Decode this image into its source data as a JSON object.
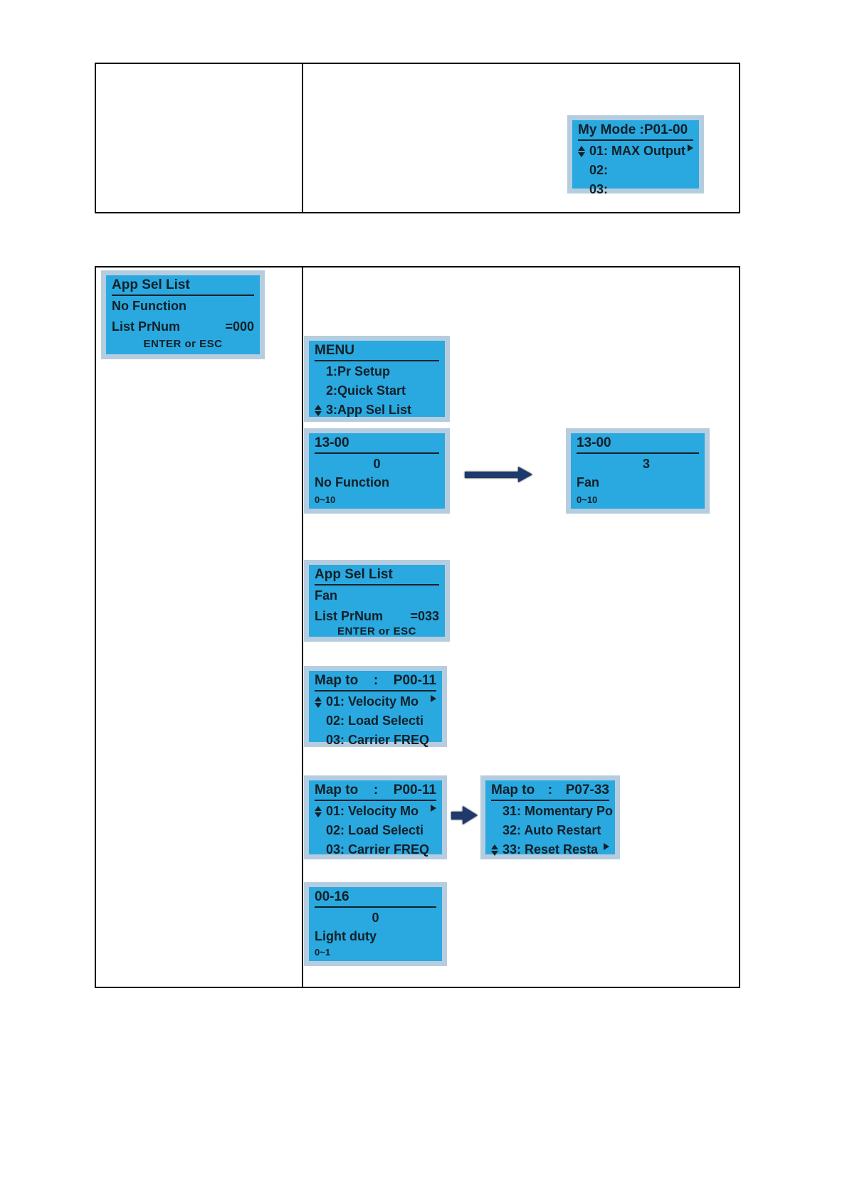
{
  "colors": {
    "lcd_background": "#29a9e0",
    "lcd_frame": "#b5cdde",
    "lcd_text": "#121f27",
    "flow_arrow": "#1e3a6d",
    "table_border": "#000000",
    "page_background": "#ffffff"
  },
  "icons": {
    "scroll_marker": "up-down-arrow-icon",
    "item_overflow": "right-triangle-icon",
    "transition": "flow-arrow-icon"
  },
  "table_top": {
    "screen_my_mode": {
      "title": "My Mode :P01-00",
      "items": [
        "01: MAX Output",
        "02:",
        "03:"
      ]
    }
  },
  "table_bottom": {
    "screen_app_sel_initial": {
      "title": "App Sel List",
      "function_name": "No Function",
      "prnum_label": "List PrNum",
      "prnum_value": "=000",
      "hint": "ENTER or ESC"
    },
    "screen_menu": {
      "title": "MENU",
      "items": [
        "1:Pr Setup",
        "2:Quick Start",
        "3:App Sel List"
      ]
    },
    "screen_13_00_before": {
      "title": "13-00",
      "value": "0",
      "value_name": "No Function",
      "range": "0~10"
    },
    "screen_13_00_after": {
      "title": "13-00",
      "value": "3",
      "value_name": "Fan",
      "range": "0~10"
    },
    "screen_app_sel_fan": {
      "title": "App Sel List",
      "function_name": "Fan",
      "prnum_label": "List PrNum",
      "prnum_value": "=033",
      "hint": "ENTER or ESC"
    },
    "screen_map_to_p00_11": {
      "title_label": "Map to",
      "title_sep": ":",
      "title_param": "P00-11",
      "items": [
        "01: Velocity Mo",
        "02: Load Selecti",
        "03: Carrier FREQ"
      ]
    },
    "screen_map_to_p07_33": {
      "title_label": "Map to",
      "title_sep": ":",
      "title_param": "P07-33",
      "items": [
        "31: Momentary Po",
        "32: Auto Restart",
        "33: Reset Resta"
      ]
    },
    "screen_00_16": {
      "title": "00-16",
      "value": "0",
      "value_name": "Light duty",
      "range": "0~1"
    }
  }
}
